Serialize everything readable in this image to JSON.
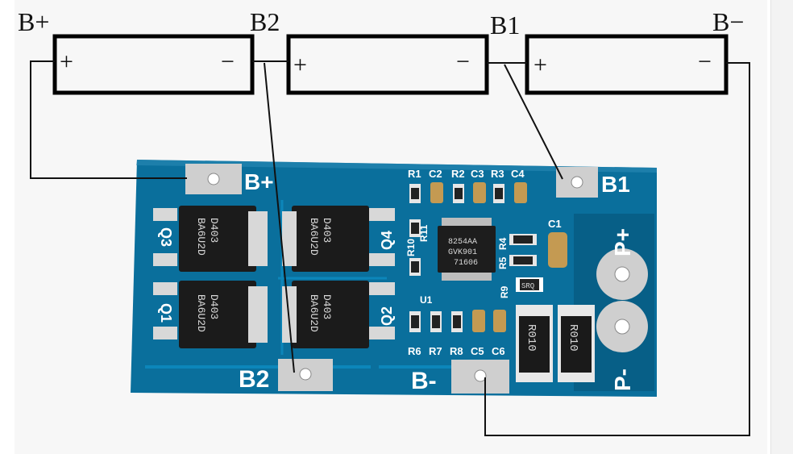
{
  "diagram": {
    "cell_terminals": {
      "b_plus": "B+",
      "b2": "B2",
      "b1": "B1",
      "b_minus": "B−"
    },
    "polarity": {
      "plus": "+",
      "minus": "−"
    }
  },
  "board": {
    "pads": {
      "b_plus": "B+",
      "b1": "B1",
      "b2": "B2",
      "b_minus": "B-",
      "p_plus": "P+",
      "p_minus": "P-"
    },
    "components": {
      "top_row": [
        "R1",
        "C2",
        "R2",
        "C3",
        "R3",
        "C4"
      ],
      "bottom_row": [
        "R6",
        "R7",
        "R8",
        "C5",
        "C6"
      ],
      "c1": "C1",
      "r4": "R4",
      "r5": "R5",
      "r9": "R9",
      "r10": "R10",
      "r11": "R11",
      "u1": "U1",
      "q1": "Q1",
      "q2": "Q2",
      "q3": "Q3",
      "q4": "Q4"
    },
    "ic_marking": [
      "8254AA",
      "GVK901",
      "71606"
    ],
    "mosfet_marking": [
      "D403",
      "BA6U2D"
    ],
    "shunt_marking": "R010",
    "small_marking": "SRQ"
  },
  "colors": {
    "pcb": "#0a6f9c",
    "pcb_dark": "#06597f",
    "pad": "#c9c9c9",
    "wire": "#111111",
    "cell_outline": "#000000"
  }
}
